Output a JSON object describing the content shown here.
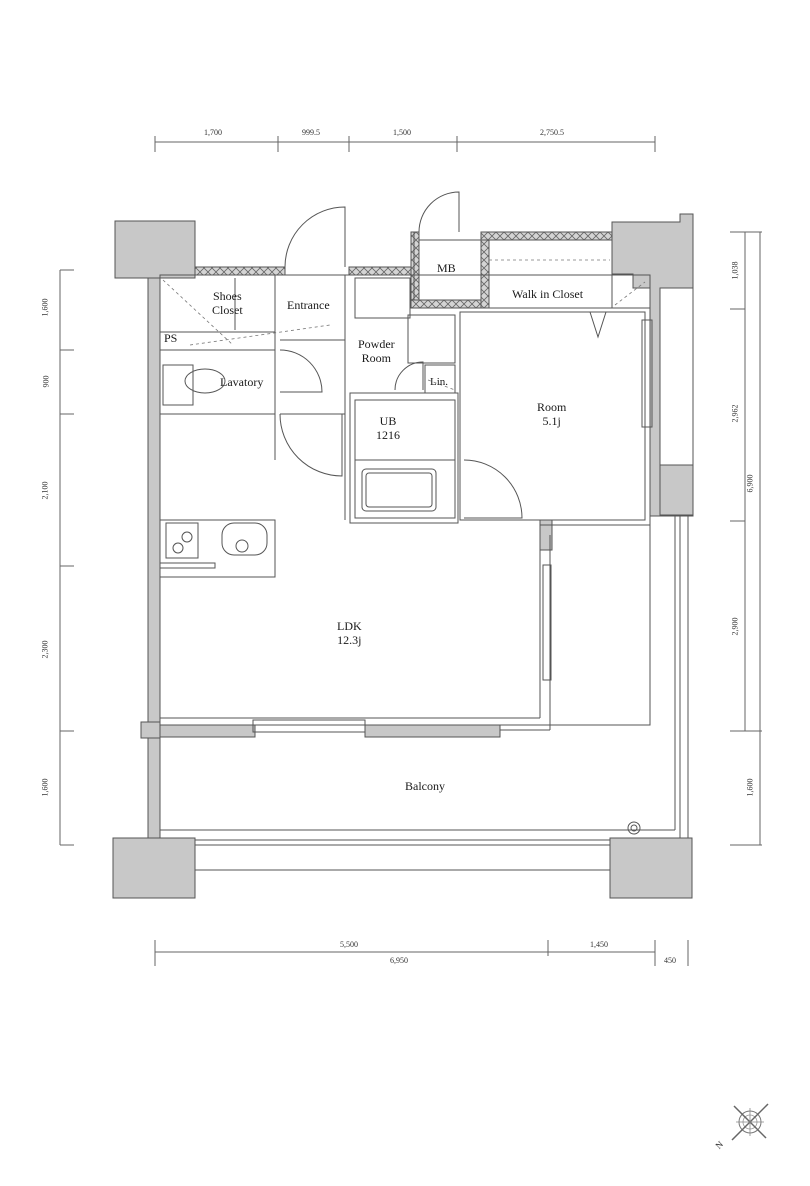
{
  "plan": {
    "type": "apartment floor plan",
    "colors": {
      "wall": "#c8c8c8",
      "line": "#555555",
      "hatch": "#8a8a8a",
      "background": "#ffffff"
    }
  },
  "dimensions": {
    "top": [
      "1,700",
      "999.5",
      "1,500",
      "2,750.5"
    ],
    "left": [
      "1,600",
      "900",
      "2,100",
      "2,300",
      "1,600"
    ],
    "right_inner": [
      "1,038",
      "2,962",
      "2,900",
      "1,600"
    ],
    "right_total": "6,900",
    "bottom_upper": [
      "5,500",
      "1,450"
    ],
    "bottom_lower": [
      "6,950",
      "450"
    ]
  },
  "rooms": {
    "shoes_closet": {
      "line1": "Shoes",
      "line2": "Closet"
    },
    "entrance": "Entrance",
    "ps": "PS",
    "lavatory": "Lavatory",
    "powder_room": {
      "line1": "Powder",
      "line2": "Room"
    },
    "mb": "MB",
    "walk_in_closet": "Walk in Closet",
    "linen": "Lin.",
    "ub": {
      "line1": "UB",
      "line2": "1216"
    },
    "room": {
      "line1": "Room",
      "line2": "5.1j"
    },
    "ldk": {
      "line1": "LDK",
      "line2": "12.3j"
    },
    "balcony": "Balcony"
  },
  "compass": {
    "icon": "compass-rose-icon",
    "north_label": "N"
  }
}
